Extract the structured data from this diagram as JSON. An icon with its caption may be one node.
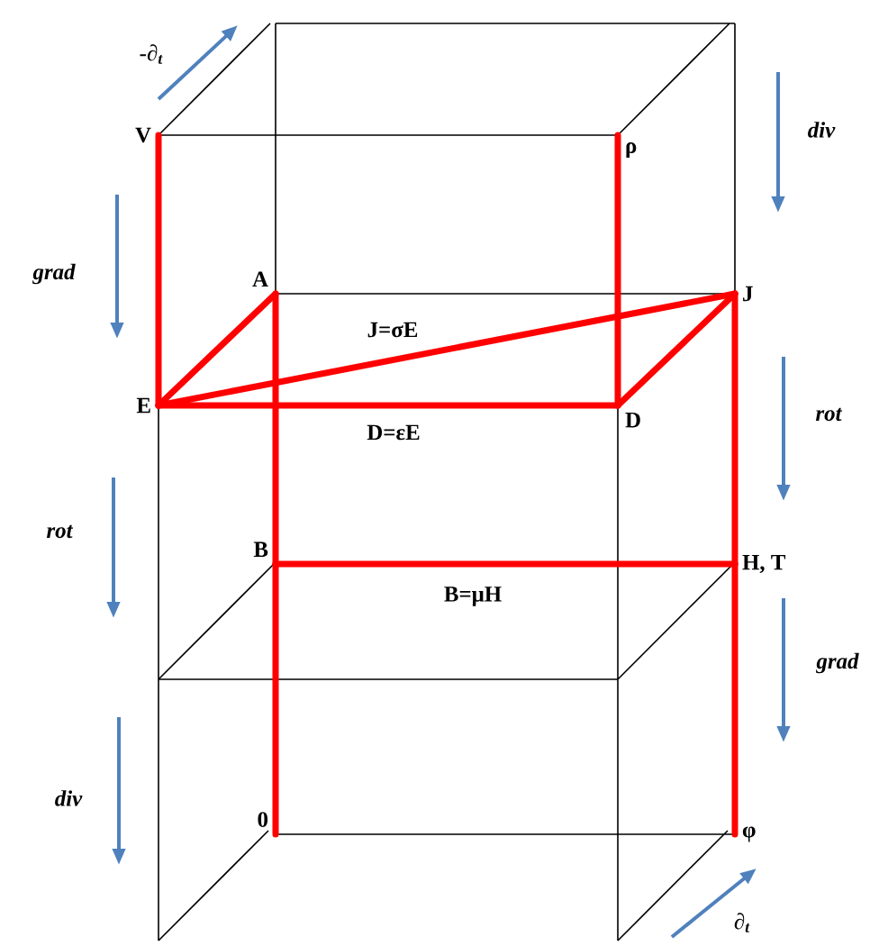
{
  "diagram": {
    "nodes": [
      {
        "text": [
          "V"
        ]
      },
      {
        "text": [
          "ρ"
        ]
      },
      {
        "text": [
          "A"
        ]
      },
      {
        "text": [
          "J"
        ]
      },
      {
        "text": [
          "E"
        ]
      },
      {
        "text": [
          "D"
        ]
      },
      {
        "text": [
          "B"
        ]
      },
      {
        "text": [
          "H, T"
        ]
      },
      {
        "text": [
          "0"
        ]
      },
      {
        "text": [
          "φ"
        ]
      }
    ],
    "edges": [
      {
        "from": 0,
        "to": 4,
        "arrow": "none"
      },
      {
        "from": 1,
        "to": 5,
        "arrow": "none"
      },
      {
        "from": 4,
        "to": 2,
        "arrow": "none"
      },
      {
        "from": 4,
        "to": 3,
        "arrow": "none",
        "label": "J=σE"
      },
      {
        "from": 4,
        "to": 5,
        "arrow": "none",
        "label": "D=εE"
      },
      {
        "from": 5,
        "to": 3,
        "arrow": "none"
      },
      {
        "from": 2,
        "to": 6,
        "arrow": "none"
      },
      {
        "from": 6,
        "to": 8,
        "arrow": "none"
      },
      {
        "from": 3,
        "to": 7,
        "arrow": "none"
      },
      {
        "from": 7,
        "to": 9,
        "arrow": "none"
      },
      {
        "from": 6,
        "to": 7,
        "arrow": "none",
        "label": "B=μH"
      }
    ],
    "labels": [
      "-∂$_{t}$",
      "div",
      "grad",
      "rot",
      "rot",
      "grad",
      "div",
      "∂$_{t}$"
    ]
  }
}
